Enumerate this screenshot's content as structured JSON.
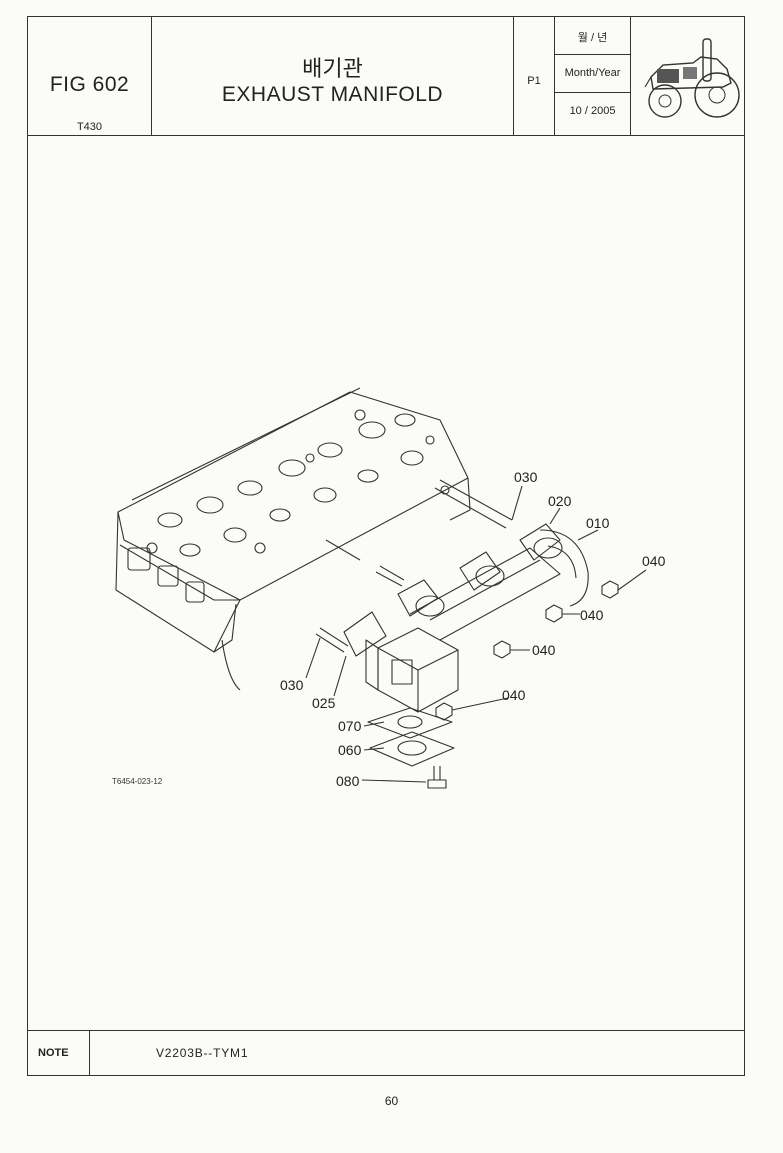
{
  "header": {
    "figure": "FIG 602",
    "model": "T430",
    "title_korean": "배기관",
    "title_english": "EXHAUST MANIFOLD",
    "page_id": "P1",
    "date_label_korean": "월 / 년",
    "date_label": "Month/Year",
    "date_value": "10 / 2005",
    "icon": "tractor-icon"
  },
  "diagram": {
    "reference_code": "T6454-023-12",
    "callouts": [
      "030",
      "020",
      "010",
      "040",
      "040",
      "040",
      "040",
      "030",
      "025",
      "070",
      "060",
      "080"
    ]
  },
  "note": {
    "label": "NOTE",
    "text": "V2203B--TYM1"
  },
  "page_number": "60"
}
